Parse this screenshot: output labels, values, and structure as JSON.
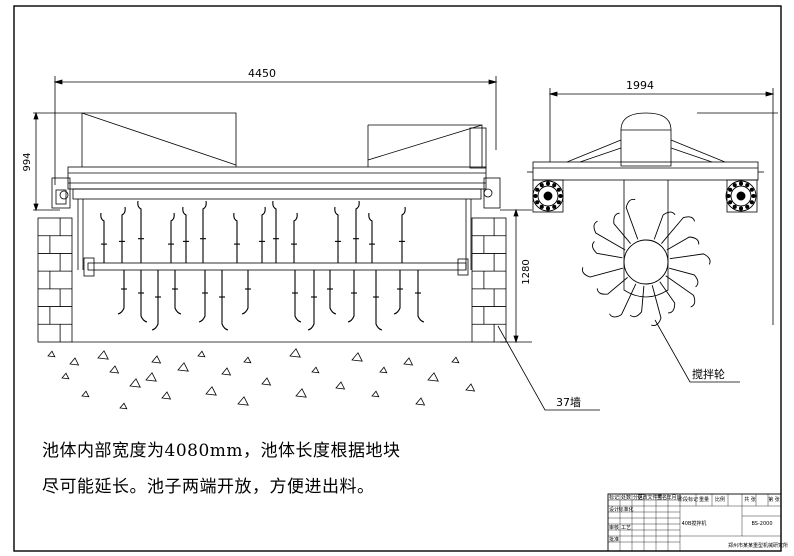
{
  "drawing": {
    "front_view": {
      "dim_width": "4450",
      "dim_left_height": "994",
      "dim_pit_depth": "1280",
      "wall_label": "37墙"
    },
    "side_view": {
      "dim_width": "1994",
      "wheel_label": "搅拌轮"
    },
    "notes": [
      "池体内部宽度为4080mm，池体长度根据地块",
      "尽可能延长。池子两端开放，方便进出料。"
    ]
  },
  "title_block": {
    "drawing_name": "40B搅拌机",
    "scale_cell": "BS-2000",
    "small_cells": [
      "标记",
      "处数",
      "分区",
      "更改文件号",
      "签名",
      "年月日",
      "设计",
      "标准化",
      "阶段标记",
      "重量",
      "比例",
      "审核",
      "工艺",
      "批准",
      "共 张",
      "第 张"
    ],
    "company": "郑州市某某重型机械研究所"
  }
}
